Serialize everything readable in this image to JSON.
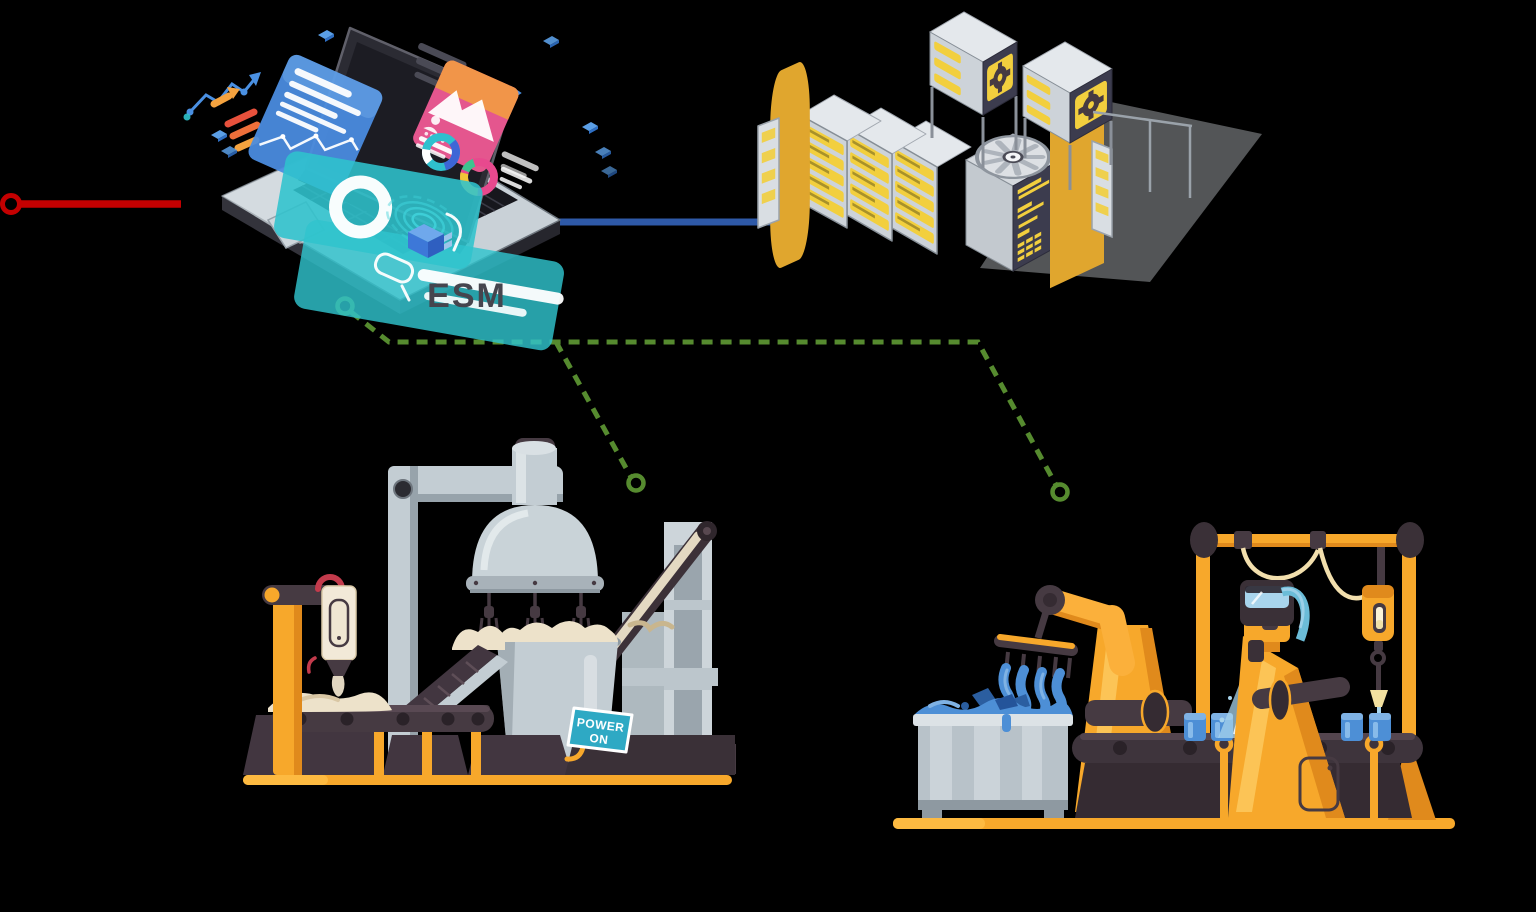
{
  "scene": {
    "background_color": "#000000",
    "esm_label": "ESM",
    "power_sign": {
      "line1": "POWER",
      "line2": "ON"
    },
    "nodes": [
      {
        "id": "esm-console",
        "kind": "laptop-dashboard-illustration",
        "label": "ESM"
      },
      {
        "id": "server-cluster",
        "kind": "data-center-illustration"
      },
      {
        "id": "mixing-machine",
        "kind": "industrial-mixer-illustration",
        "sign": "POWER ON"
      },
      {
        "id": "bottling-line",
        "kind": "robotic-bottling-illustration"
      }
    ],
    "connectors": [
      {
        "id": "red-link",
        "style": "solid",
        "color_key": "red",
        "from": "left-edge",
        "to": "esm-console"
      },
      {
        "id": "blue-link",
        "style": "solid",
        "color_key": "blue",
        "from": "esm-console",
        "to": "server-cluster"
      },
      {
        "id": "green-link",
        "style": "dashed",
        "color_key": "green",
        "from": "esm-console",
        "to": "mixing-machine, bottling-line"
      }
    ]
  },
  "colors": {
    "bg": "#000000",
    "red": "#C40001",
    "blue": "#2E59A7",
    "green": "#568B2F",
    "esm_text": "#45454E",
    "orange": "#F7A82B",
    "orange_dark": "#E08A1C",
    "orange_light": "#FDBA41",
    "yellow": "#F2CF3E",
    "pale_yellow": "#FBF0C0",
    "navy": "#3C3C4E",
    "teal": "#2FC3CD",
    "teal_sign": "#2EA9C4",
    "steel": "#C3CDD3",
    "steel_light": "#E2E8EB",
    "steel_dark": "#97A3AB",
    "dark_brown": "#463A42",
    "dark_brown2": "#352B32",
    "cream": "#EDE2CA",
    "water_blue": "#4D8FD6",
    "water_light": "#A8D4EC",
    "accent_blue": "#4A90E2",
    "card_blue": "#4A8CE0",
    "card_pink": "#E4568E",
    "card_pink_top": "#F29C41",
    "donut_pink": "#E8498E",
    "donut_yellow": "#F2C438",
    "donut_teal": "#2FC0CE",
    "donut_blue": "#3D66D6",
    "stripe_red": "#E8513C",
    "server_gray": "#CDD3D9",
    "shadow_gray": "#C6CAD0",
    "hose_cream": "#F2DFAD",
    "white": "#FFFFFF"
  }
}
